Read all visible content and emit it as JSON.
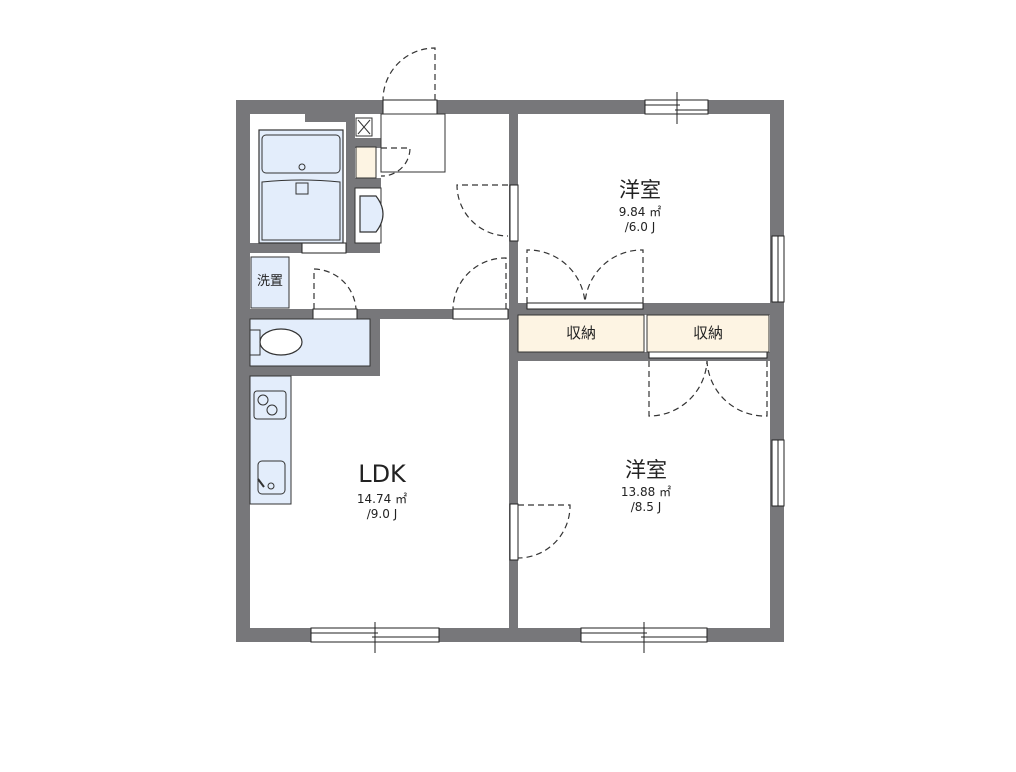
{
  "floorplan": {
    "colors": {
      "wall": "#77777a",
      "wet_area": "#e3edfb",
      "storage": "#fdf4e3",
      "background": "#ffffff"
    },
    "rooms": [
      {
        "id": "bedroom1",
        "name": "洋室",
        "area": "9.84 ㎡",
        "jo": "/6.0 J"
      },
      {
        "id": "bedroom2",
        "name": "洋室",
        "area": "13.88 ㎡",
        "jo": "/8.5 J"
      },
      {
        "id": "ldk",
        "name": "LDK",
        "area": "14.74 ㎡",
        "jo": "/9.0 J"
      }
    ],
    "storage": [
      {
        "id": "closet1",
        "label": "収納"
      },
      {
        "id": "closet2",
        "label": "収納"
      }
    ],
    "fixtures": {
      "washer": "洗置",
      "bath": "bathtub-icon",
      "toilet": "toilet-icon",
      "kitchen_stove": "stove-icon",
      "kitchen_sink": "sink-icon",
      "washbasin": "washbasin-icon"
    }
  }
}
